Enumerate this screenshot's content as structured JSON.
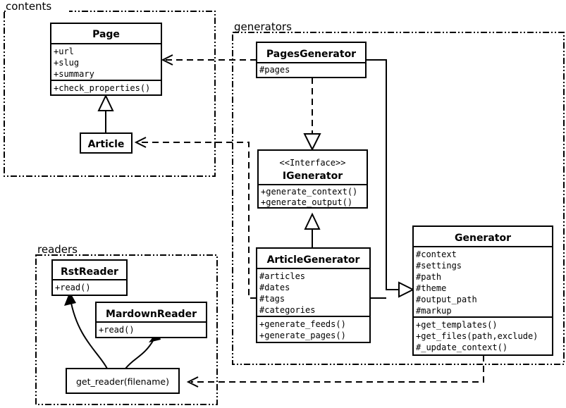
{
  "diagram": {
    "kind": "uml-class-diagram",
    "colors": {
      "line": "#000000",
      "fill": "#ffffff",
      "text": "#000000"
    },
    "packages": [
      {
        "id": "contents",
        "label": "contents"
      },
      {
        "id": "generators",
        "label": "generators"
      },
      {
        "id": "readers",
        "label": "readers"
      }
    ],
    "classes": [
      {
        "id": "page",
        "name": "Page",
        "stereotype": "",
        "attributes": [
          "+url",
          "+slug",
          "+summary"
        ],
        "methods": [
          "+check_properties()"
        ]
      },
      {
        "id": "article",
        "name": "Article",
        "stereotype": "",
        "attributes": [],
        "methods": []
      },
      {
        "id": "pages-generator",
        "name": "PagesGenerator",
        "stereotype": "",
        "attributes": [
          "#pages"
        ],
        "methods": []
      },
      {
        "id": "igenerator",
        "name": "IGenerator",
        "stereotype": "<<Interface>>",
        "attributes": [],
        "methods": [
          "+generate_context()",
          "+generate_output()"
        ]
      },
      {
        "id": "article-generator",
        "name": "ArticleGenerator",
        "stereotype": "",
        "attributes": [
          "#articles",
          "#dates",
          "#tags",
          "#categories"
        ],
        "methods": [
          "+generate_feeds()",
          "+generate_pages()"
        ]
      },
      {
        "id": "generator",
        "name": "Generator",
        "stereotype": "",
        "attributes": [
          "#context",
          "#settings",
          "#path",
          "#theme",
          "#output_path",
          "#markup"
        ],
        "methods": [
          "+get_templates()",
          "+get_files(path,exclude)",
          "#_update_context()"
        ]
      },
      {
        "id": "rst-reader",
        "name": "RstReader",
        "stereotype": "",
        "attributes": [],
        "methods": [
          "+read()"
        ]
      },
      {
        "id": "mardown-reader",
        "name": "MardownReader",
        "stereotype": "",
        "attributes": [],
        "methods": [
          "+read()"
        ]
      }
    ],
    "functions": [
      {
        "id": "get-reader",
        "label": "get_reader(filename)"
      }
    ],
    "relations": [
      {
        "id": "rel-article-page",
        "type": "generalization",
        "from": "Article",
        "to": "Page"
      },
      {
        "id": "rel-pages-igenerator",
        "type": "realization",
        "from": "PagesGenerator",
        "to": "IGenerator"
      },
      {
        "id": "rel-articlegen-igen",
        "type": "generalization",
        "from": "ArticleGenerator",
        "to": "IGenerator"
      },
      {
        "id": "rel-pagesgen-generator",
        "type": "generalization",
        "from": "PagesGenerator",
        "to": "Generator"
      },
      {
        "id": "rel-articlegen-generator",
        "type": "generalization",
        "from": "ArticleGenerator",
        "to": "Generator"
      },
      {
        "id": "rel-pagesgen-page",
        "type": "dependency",
        "from": "PagesGenerator",
        "to": "Page"
      },
      {
        "id": "rel-articlegen-article",
        "type": "dependency",
        "from": "ArticleGenerator",
        "to": "Article"
      },
      {
        "id": "rel-generator-getreader",
        "type": "dependency",
        "from": "Generator",
        "to": "get_reader(filename)"
      },
      {
        "id": "rel-getreader-rst",
        "type": "association",
        "from": "get_reader(filename)",
        "to": "RstReader"
      },
      {
        "id": "rel-getreader-md",
        "type": "association",
        "from": "get_reader(filename)",
        "to": "MardownReader"
      }
    ]
  }
}
